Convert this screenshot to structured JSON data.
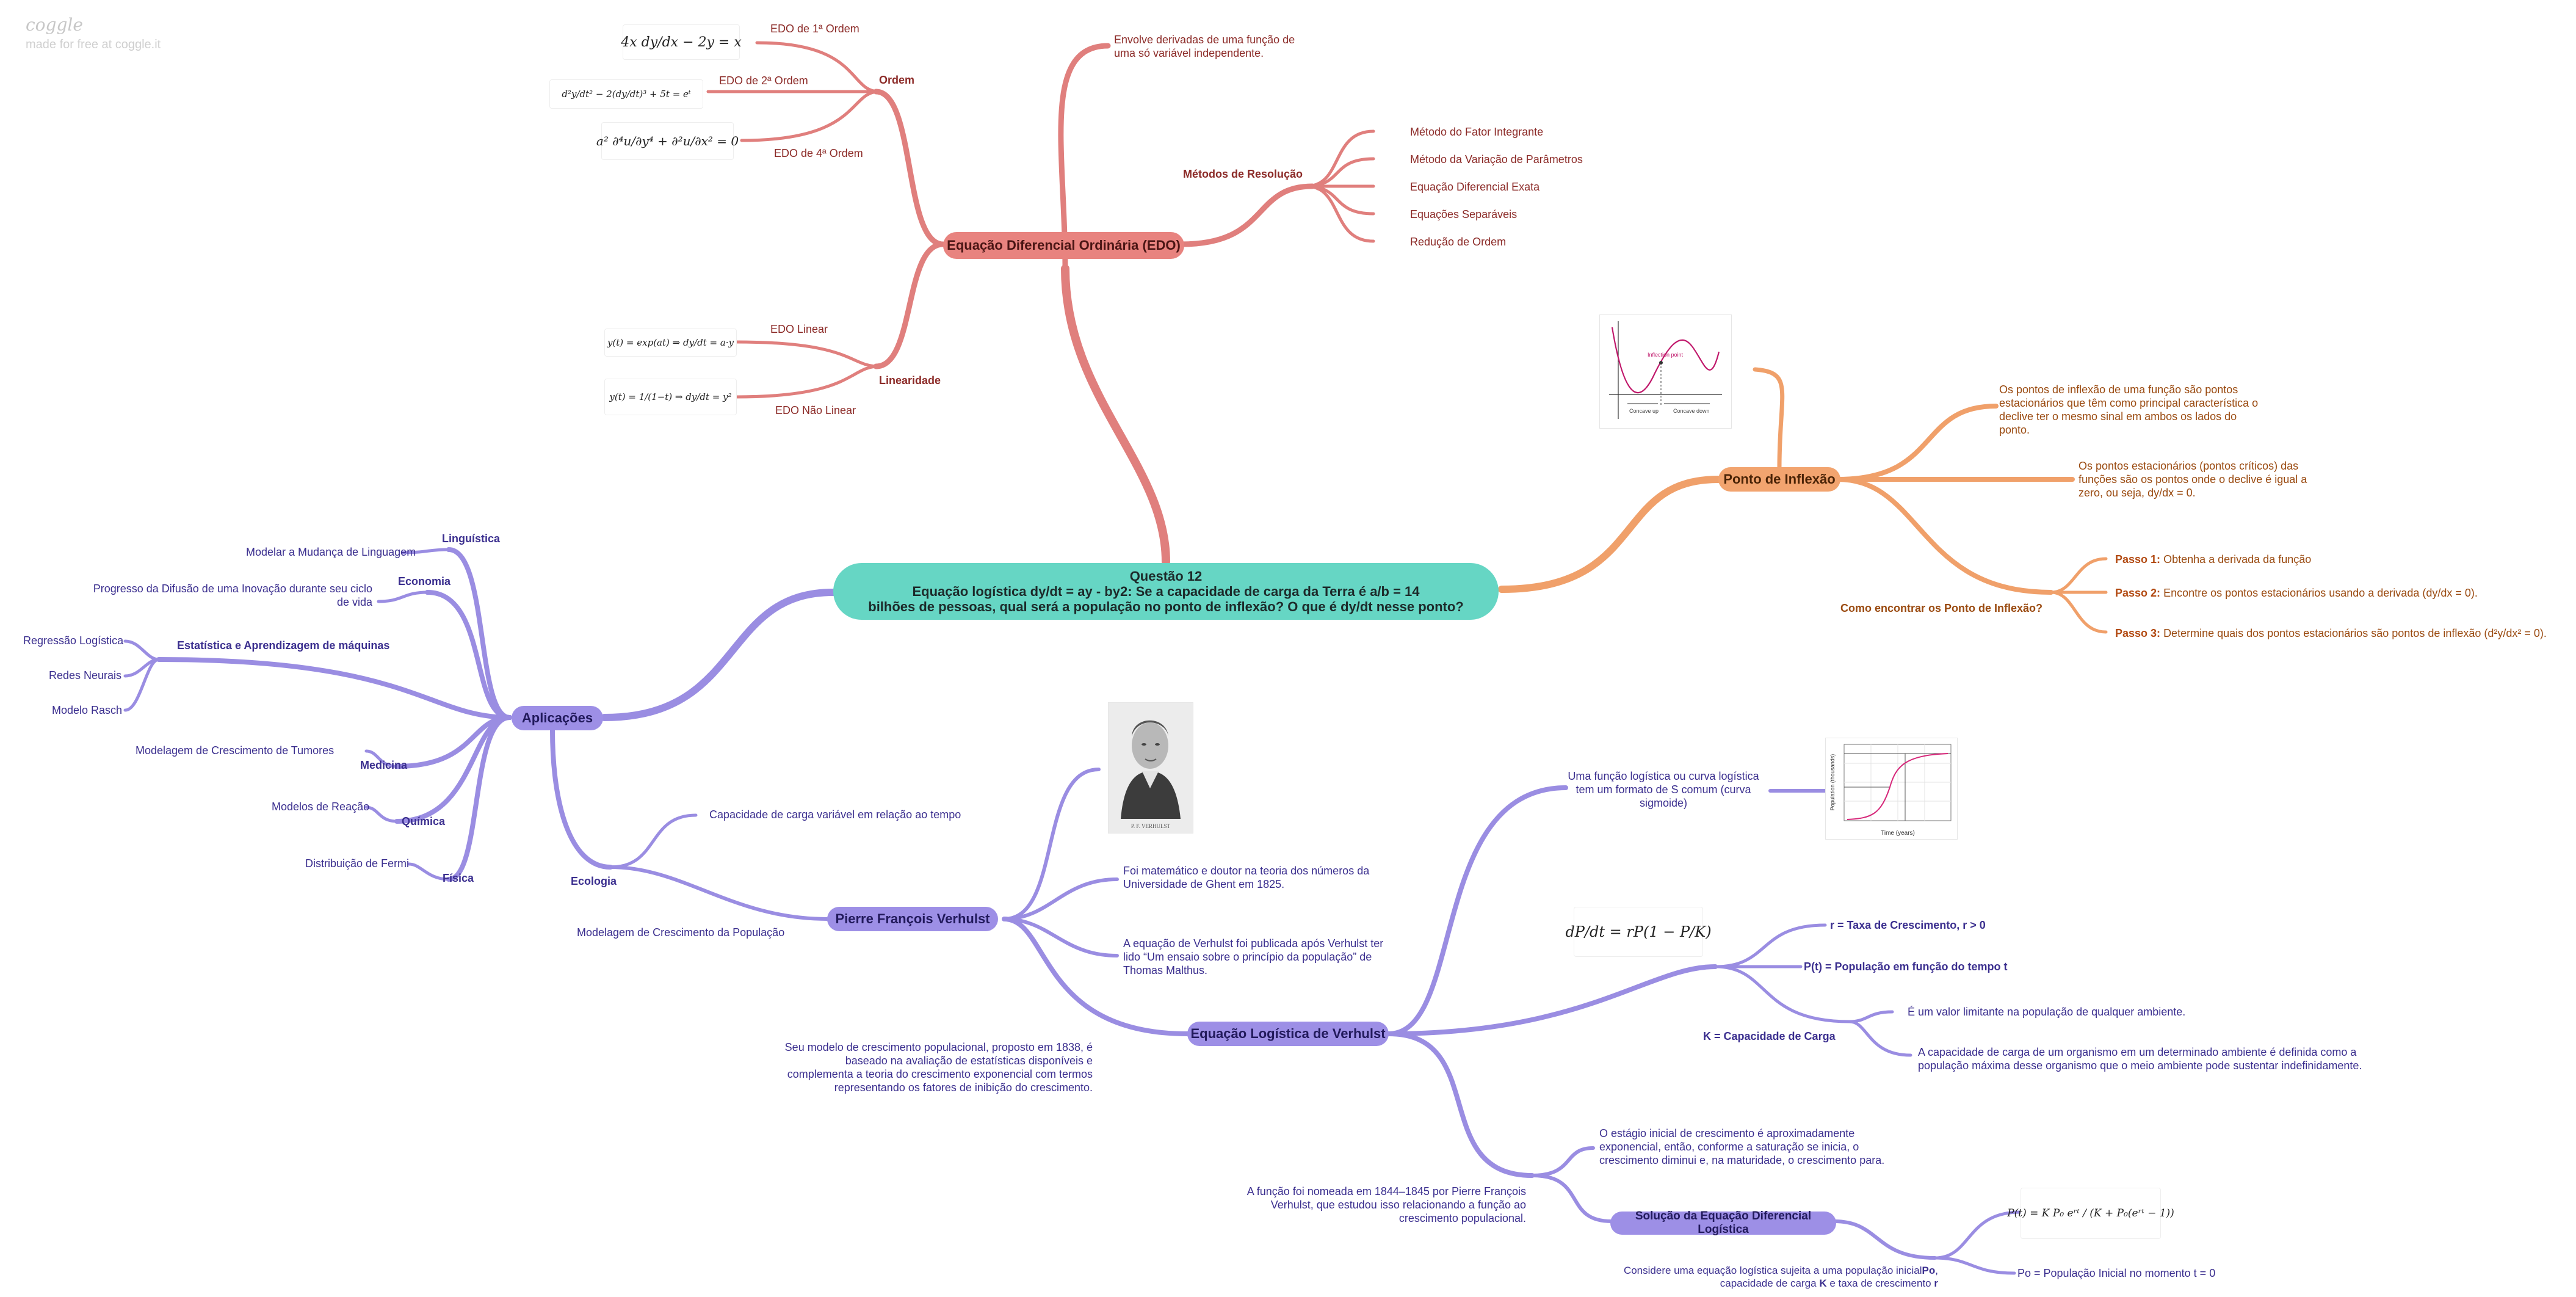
{
  "brand": {
    "name": "coggle",
    "tagline": "made for free at coggle.it"
  },
  "central": {
    "line1": "Questão 12",
    "line2": "Equação logística dy/dt = ay - by2: Se a capacidade de carga da Terra é a/b = 14",
    "line3": "bilhões de pessoas, qual será a população no ponto de inflexão? O que é dy/dt nesse ponto?"
  },
  "edo": {
    "title": "Equação Diferencial Ordinária (EDO)",
    "description": "Envolve derivadas de uma função de uma só variável independente.",
    "ordem": {
      "label": "Ordem",
      "items": [
        "EDO de 1ª Ordem",
        "EDO de 2ª Ordem",
        "EDO de 4ª Ordem"
      ],
      "formulas": [
        "4x dy/dx − 2y = x",
        "d²y/dt² − 2(dy/dt)³ + 5t = eᵗ",
        "a² ∂⁴u/∂y⁴ + ∂²u/∂x² = 0"
      ]
    },
    "metodos": {
      "label": "Métodos de Resolução",
      "items": [
        "Método do Fator Integrante",
        "Método da Variação de Parâmetros",
        "Equação Diferencial Exata",
        "Equações Separáveis",
        "Redução de Ordem"
      ]
    },
    "linearidade": {
      "label": "Linearidade",
      "items": [
        "EDO Linear",
        "EDO Não Linear"
      ],
      "formulas": [
        "y(t) = exp(at) ⇒ dy/dt = a·y",
        "y(t) = 1/(1−t) ⇒ dy/dt = y²"
      ]
    }
  },
  "inflexao": {
    "title": "Ponto de Inflexão",
    "def1": "Os pontos de inflexão de uma função são pontos estacionários que têm como principal característica o declive ter o mesmo sinal em ambos os lados do ponto.",
    "def2": "Os pontos estacionários (pontos críticos) das funções são os pontos onde o declive é igual a zero, ou seja, dy/dx = 0.",
    "como": {
      "label": "Como encontrar os Ponto de Inflexão?",
      "steps": [
        {
          "n": "Passo 1:",
          "text": "Obtenha a derivada da função"
        },
        {
          "n": "Passo 2:",
          "text": "Encontre os pontos estacionários usando a derivada (dy/dx = 0)."
        },
        {
          "n": "Passo 3:",
          "text": "Determine quais dos pontos estacionários são pontos de inflexão (d²y/dx² = 0)."
        }
      ]
    },
    "graph": {
      "labels": [
        "Inflection point",
        "Concave up",
        "Concave down"
      ]
    }
  },
  "aplicacoes": {
    "title": "Aplicações",
    "linguistica": {
      "label": "Linguística",
      "item": "Modelar a Mudança de Linguagem"
    },
    "economia": {
      "label": "Economia",
      "item": "Progresso da Difusão de uma Inovação durante seu ciclo de vida"
    },
    "estatistica": {
      "label": "Estatística e Aprendizagem de máquinas",
      "items": [
        "Regressão Logística",
        "Redes Neurais",
        "Modelo Rasch"
      ]
    },
    "medicina": {
      "label": "Medicina",
      "item": "Modelagem de Crescimento de Tumores"
    },
    "quimica": {
      "label": "Química",
      "item": "Modelos de Reação"
    },
    "fisica": {
      "label": "Física",
      "item": "Distribuição de Fermi"
    },
    "ecologia": {
      "label": "Ecologia",
      "items": [
        "Capacidade de carga variável em relação ao tempo",
        "Modelagem de Crescimento da População"
      ]
    }
  },
  "verhulst": {
    "title": "Pierre François Verhulst",
    "portrait_caption": "P. F. VERHULST",
    "bio1": "Foi matemático e doutor na teoria dos números da Universidade de Ghent em 1825.",
    "bio2": "A equação de Verhulst foi publicada após Verhulst ter lido “Um ensaio sobre o princípio da população” de Thomas Malthus.",
    "model": "Seu modelo de crescimento populacional, proposto em 1838, é baseado na avaliação de estatísticas disponíveis e complementa a teoria do crescimento exponencial com termos representando os fatores de inibição do crescimento."
  },
  "logistica": {
    "title": "Equação Logística de Verhulst",
    "sigmoid": "Uma função logística ou curva logística tem um formato de S comum (curva sigmoide)",
    "sigmoid_chart": {
      "xlabel": "Time (years)",
      "ylabel": "Population (thousands)"
    },
    "formula": "dP/dt = rP(1 − P/K)",
    "r": "r = Taxa de Crescimento, r > 0",
    "p": "P(t) = População em função do tempo t",
    "k": {
      "label": "K = Capacidade de Carga",
      "items": [
        "É um valor limitante na população de qualquer ambiente.",
        "A capacidade de carga de um organismo em um determinado ambiente é definida como a população máxima desse organismo que o meio ambiente pode sustentar indefinidamente."
      ]
    },
    "estagio": "O estágio inicial de crescimento é aproximadamente exponencial, então, conforme a saturação se inicia, o crescimento diminui e, na maturidade, o crescimento para.",
    "nomeada": "A função foi nomeada em 1844–1845 por Pierre François Verhulst, que estudou isso relacionando a função ao crescimento populacional.",
    "solucao": {
      "title": "Solução da Equação Diferencial Logística",
      "formula": "P(t) = K P₀ eʳᵗ / (K + P₀(eʳᵗ − 1))",
      "p0": "Po = População Inicial no momento t = 0",
      "note1": "Considere uma equação logística sujeita a uma população inicial",
      "note1_bold": "Po",
      "note2a": "capacidade de carga",
      "note2b": "K",
      "note2c": "e taxa de crescimento",
      "note2d": "r"
    }
  },
  "colors": {
    "red_branch": "#e07f7d",
    "red_node": "#e8837f",
    "orange_branch": "#f0a06a",
    "orange_node": "#f2a46f",
    "purple_branch": "#9a8de2",
    "purple_node": "#9d8fe6",
    "central": "#66d6c4"
  }
}
